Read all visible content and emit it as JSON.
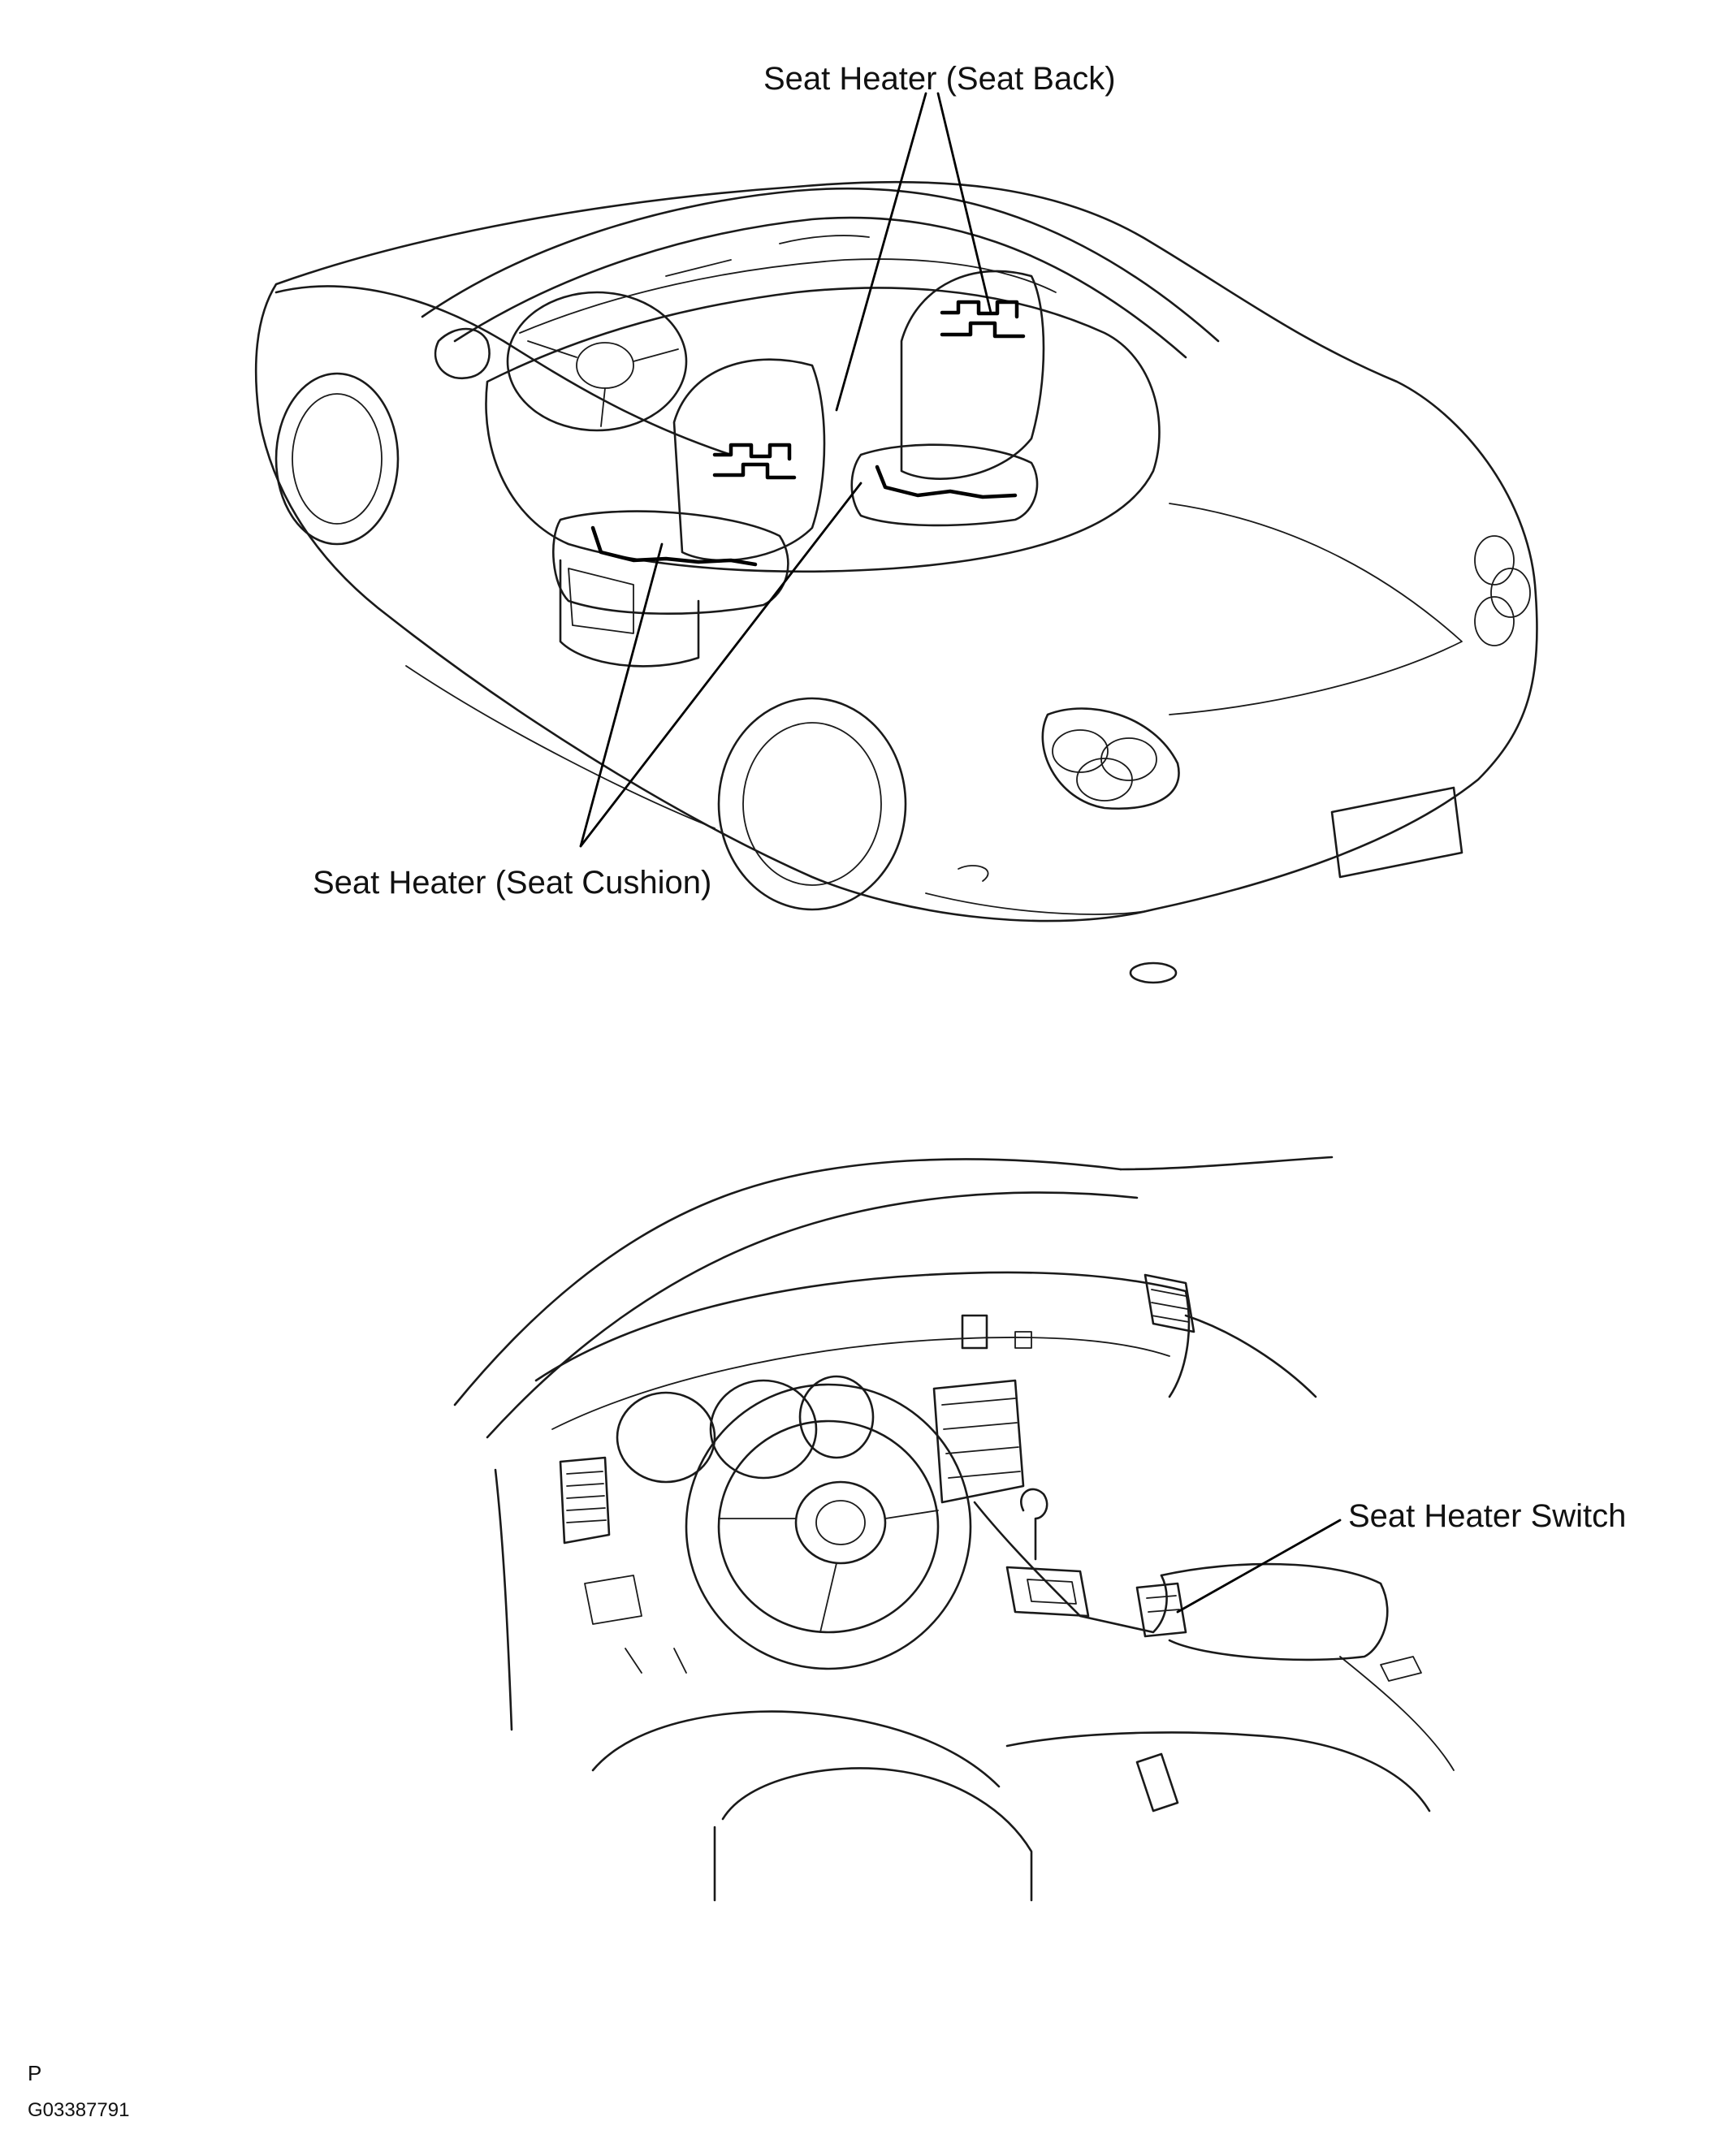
{
  "labels": {
    "seat_back": "Seat Heater (Seat Back)",
    "seat_cushion": "Seat Heater (Seat Cushion)",
    "switch": "Seat Heater Switch"
  },
  "footer": {
    "letter": "P",
    "code": "G03387791"
  }
}
